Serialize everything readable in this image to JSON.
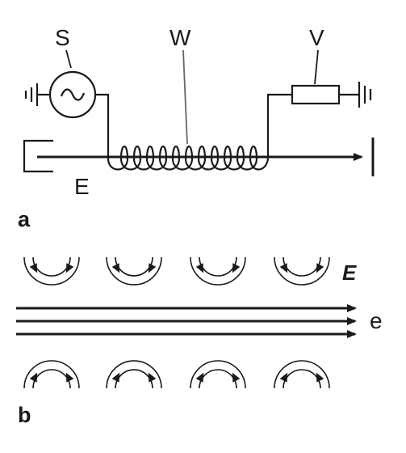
{
  "panel_a": {
    "panel_label": "a",
    "source_label": "S",
    "waveguide_label": "W",
    "load_label": "V",
    "electron_gun_label": "E"
  },
  "panel_b": {
    "panel_label": "b",
    "field_label": "E",
    "electron_label": "e"
  },
  "icons": {
    "source": "ac-source-icon",
    "load": "resistor-icon",
    "ground": "ground-icon",
    "arrow": "arrowhead-icon"
  }
}
